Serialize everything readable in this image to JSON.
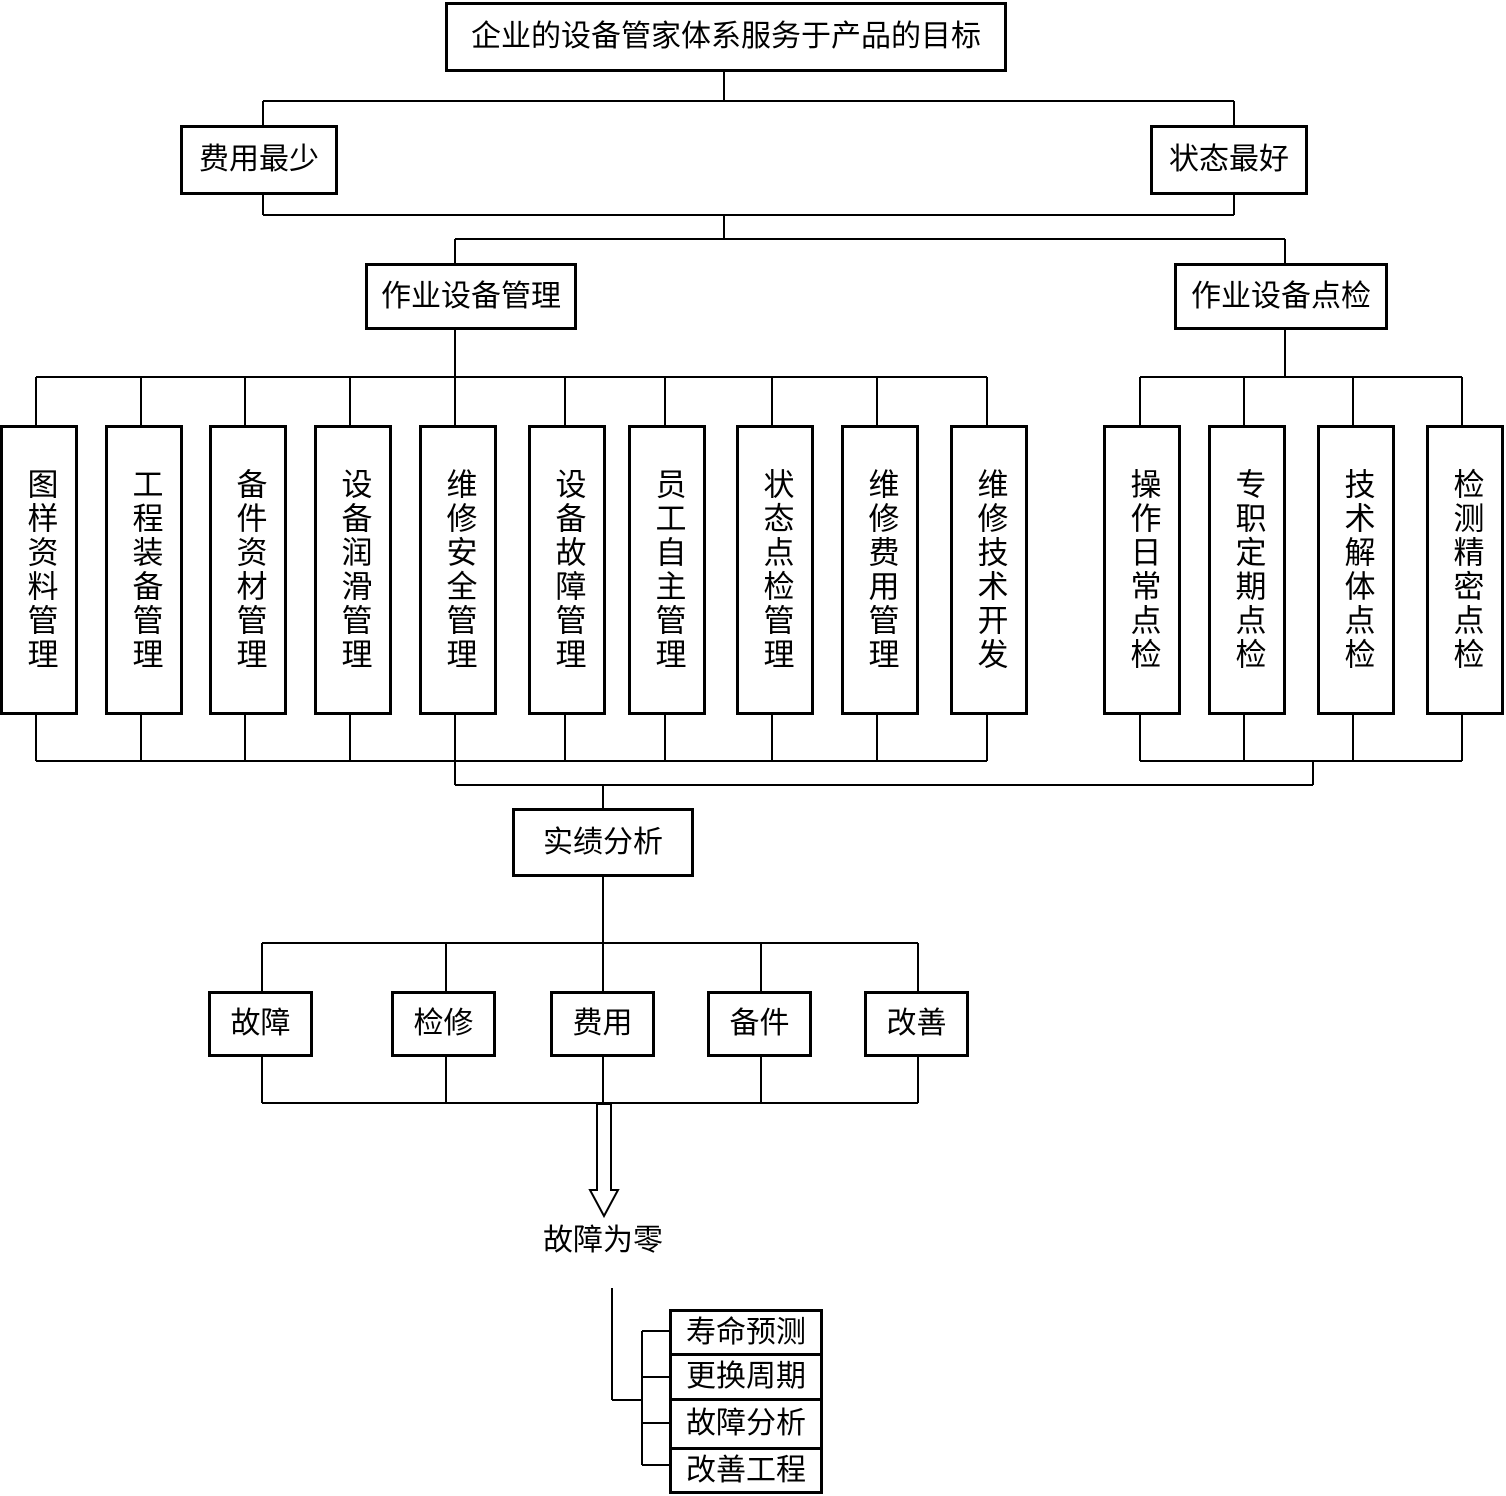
{
  "root": "企业的设备管家体系服务于产品的目标",
  "goals": {
    "left": "费用最少",
    "right": "状态最好"
  },
  "branches": {
    "management": "作业设备管理",
    "inspection": "作业设备点检"
  },
  "management_items": [
    "图样资料管理",
    "工程装备管理",
    "备件资材管理",
    "设备润滑管理",
    "维修安全管理",
    "设备故障管理",
    "员工自主管理",
    "状态点检管理",
    "维修费用管理",
    "维修技术开发"
  ],
  "inspection_items": [
    "操作日常点检",
    "专职定期点检",
    "技术解体点检",
    "检测精密点检"
  ],
  "analysis": "实绩分析",
  "analysis_items": [
    "故障",
    "检修",
    "费用",
    "备件",
    "改善"
  ],
  "result": "故障为零",
  "result_items": [
    "寿命预测",
    "更换周期",
    "故障分析",
    "改善工程"
  ]
}
